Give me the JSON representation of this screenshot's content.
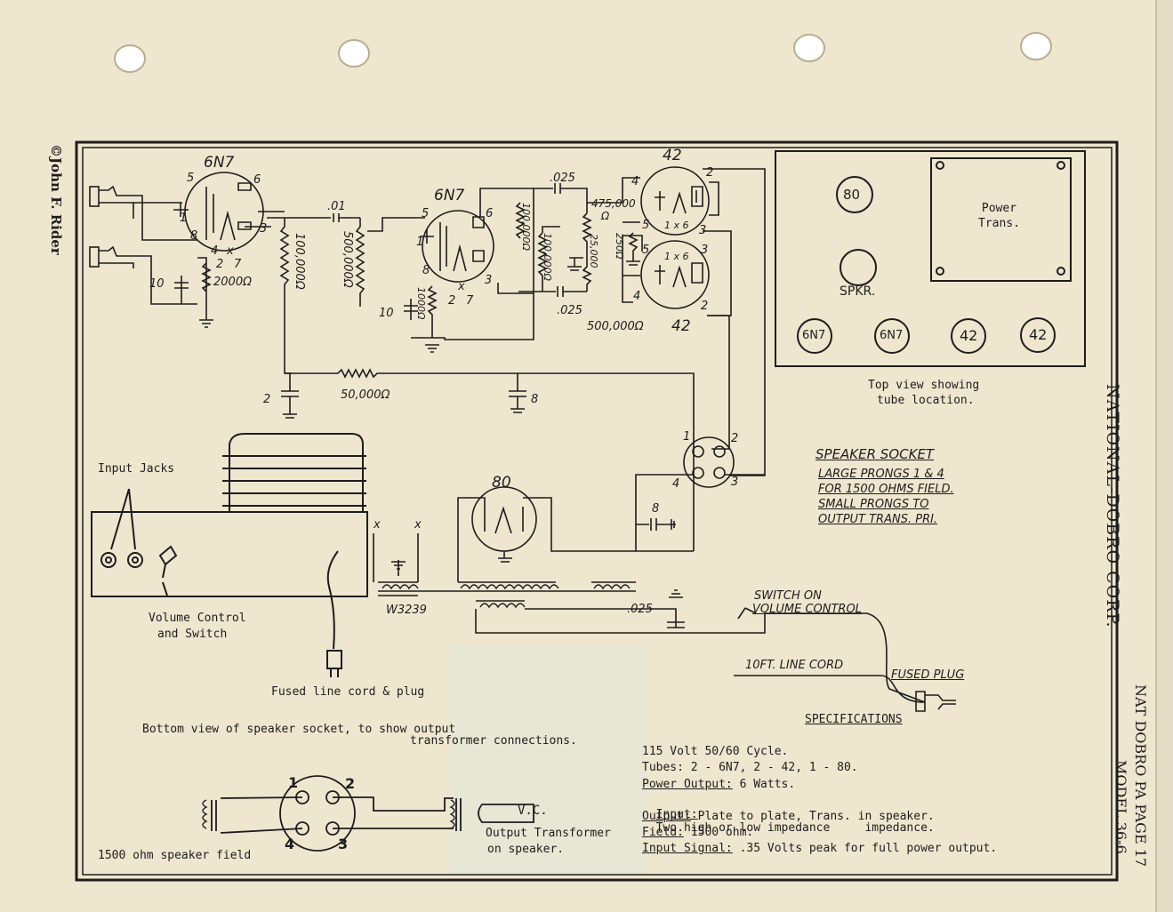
{
  "copyright": "©John F. Rider",
  "side_title": "NATIONAL-DOBRO CORP.",
  "side_page": "NAT DOBRO PA PAGE 17",
  "side_model": "MODEL 36-6",
  "schematic": {
    "tubes": {
      "t1": "6N7",
      "t2": "6N7",
      "t3": "42",
      "t4": "42",
      "rect": "80"
    },
    "pins": {
      "t1_p5": "5",
      "t1_p6": "6",
      "t1_p1": "1",
      "t1_p8": "8",
      "t1_p3": "3",
      "t1_p4": "4",
      "t1_p2": "2",
      "t1_p7": "7",
      "t1_x": "x",
      "t2_p5": "5",
      "t2_p6": "6",
      "t2_p1": "1",
      "t2_p8": "8",
      "t2_p3": "3",
      "t2_p2": "2",
      "t2_p7": "7",
      "t2_x": "x",
      "t3_p4": "4",
      "t3_p2": "2",
      "t3_p5": "5",
      "t3_p3": "3",
      "t3_pins": "1 x 6",
      "t4_p5": "5",
      "t4_p4": "4",
      "t4_p2": "2",
      "t4_p3": "3",
      "t4_pins": "1 x 6"
    },
    "values": {
      "cap10a": "10",
      "r2000": "2000Ω",
      "r100k_a": "100,000Ω",
      "c01": ".01",
      "r500k_top": "500,000Ω",
      "cap10b": "10",
      "r1000": "1000Ω",
      "c025_top": ".025",
      "r100k_b": "100,000Ω",
      "r100k_c": "100,000Ω",
      "r475k": "475,000",
      "ohm_sym": "Ω",
      "r250": "250Ω",
      "r25k": "25,000",
      "c025_mid": ".025",
      "r500k_bot": "500,000Ω",
      "cap2": "2",
      "r50k": "50,000Ω",
      "cap8a": "8",
      "cap8b": "8",
      "c025_bot": ".025",
      "w3239": "W3239",
      "x1": "x",
      "x2": "x"
    },
    "socket": {
      "p1": "1",
      "p2": "2",
      "p3": "3",
      "p4": "4"
    },
    "switch_on": "SWITCH ON",
    "volume_control": "VOLUME CONTROL",
    "line_cord": "10FT. LINE CORD",
    "fused_plug": "FUSED PLUG"
  },
  "layout_view": {
    "tubes": [
      "80",
      "SPKR.",
      "6N7",
      "6N7",
      "42",
      "42"
    ],
    "power_trans": "Power\nTrans.",
    "caption_line1": "Top view showing",
    "caption_line2": "tube location."
  },
  "speaker_socket_note": {
    "title": "SPEAKER SOCKET",
    "line1": "LARGE PRONGS 1 & 4",
    "line2": "FOR 1500 OHMS FIELD.",
    "line3": "SMALL PRONGS TO",
    "line4": "OUTPUT TRANS. PRI."
  },
  "chassis_labels": {
    "input_jacks": "Input Jacks",
    "volume_control_1": "Volume Control",
    "volume_control_2": "and Switch",
    "fused_line_cord": "Fused line cord & plug"
  },
  "bottom_view": {
    "line1": "Bottom view of speaker socket, to show output",
    "line2": "transformer connections.",
    "pins": [
      "1",
      "2",
      "4",
      "3"
    ],
    "vc": "V.C.",
    "output_trans_1": "Output Transformer",
    "output_trans_2": "on speaker.",
    "field": "1500 ohm speaker field"
  },
  "specifications": {
    "title": "SPECIFICATIONS",
    "line1": "115 Volt 50/60 Cycle.",
    "tubes_label": "Tubes:",
    "tubes_value": "2 - 6N7, 2 - 42, 1 - 80.",
    "power_label": "Power Output:",
    "power_value": "6 Watts.",
    "input_label": "Input:",
    "input_value": "Two high or low impedance     impedance.",
    "output_label": "Output:",
    "output_value": "Plate to plate, Trans. in speaker.",
    "field_label": "Field:",
    "field_value": "1500 ohm.",
    "signal_label": "Input Signal:",
    "signal_value": ".35 Volts peak for full power output."
  }
}
